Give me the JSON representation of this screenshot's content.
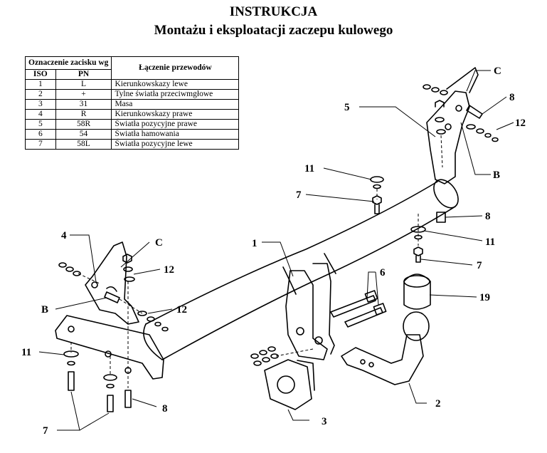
{
  "header": {
    "title": "INSTRUKCJA",
    "subtitle": "Montażu i eksploatacji zaczepu kulowego"
  },
  "wiring_table": {
    "col_designation": "Oznaczenie zacisku wg",
    "col_iso": "ISO",
    "col_pn": "PN",
    "col_connection": "Łączenie przewodów",
    "rows": [
      {
        "iso": "1",
        "pn": "L",
        "desc": "Kierunkowskazy lewe"
      },
      {
        "iso": "2",
        "pn": "+",
        "desc": "Tylne światła przeciwmgłowe"
      },
      {
        "iso": "3",
        "pn": "31",
        "desc": "Masa"
      },
      {
        "iso": "4",
        "pn": "R",
        "desc": "Kierunkowskazy prawe"
      },
      {
        "iso": "5",
        "pn": "58R",
        "desc": "Światła pozycyjne prawe"
      },
      {
        "iso": "6",
        "pn": "54",
        "desc": "Światła hamowania"
      },
      {
        "iso": "7",
        "pn": "58L",
        "desc": "Światła pozycyjne lewe"
      }
    ]
  },
  "callouts": {
    "c_top": "C",
    "n8_top": "8",
    "n12_top": "12",
    "b_right": "B",
    "n5": "5",
    "n11_mid": "11",
    "n7_mid": "7",
    "n8_mid": "8",
    "n11_right": "11",
    "n7_right": "7",
    "n1": "1",
    "n6": "6",
    "n19": "19",
    "n4": "4",
    "c_left": "C",
    "n12_a": "12",
    "b_left": "B",
    "n12_b": "12",
    "n11_left": "11",
    "n7_bottom": "7",
    "n8_bottom": "8",
    "n2": "2",
    "n3": "3"
  }
}
